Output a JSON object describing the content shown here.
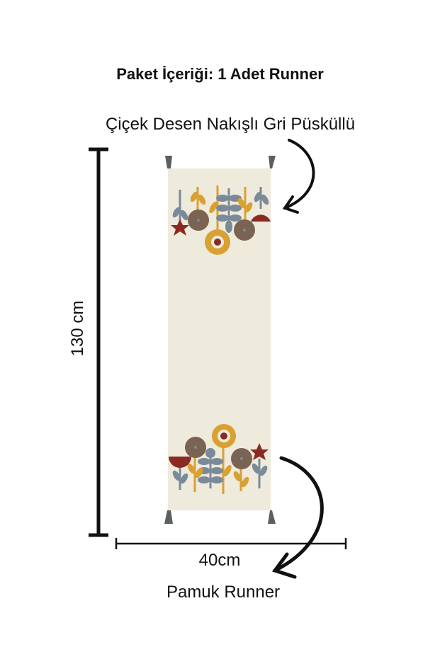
{
  "header": {
    "title": "Paket İçeriği: 1 Adet Runner"
  },
  "annotations": {
    "top_callout": "Çiçek Desen Nakışlı Gri Püsküllü",
    "bottom_callout": "Pamuk Runner"
  },
  "dimensions": {
    "height": "130 cm",
    "width": "40cm"
  },
  "colors": {
    "fabric": "#eeeadc",
    "tassel": "#5a5f60",
    "mustard": "#d9a032",
    "brown": "#7a6352",
    "red": "#8a2a22",
    "slate": "#7a8a99",
    "line": "#111111"
  }
}
